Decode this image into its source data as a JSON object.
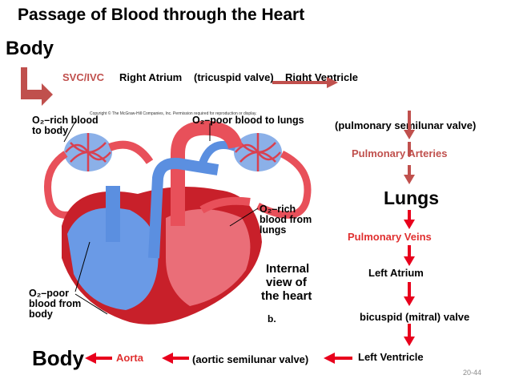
{
  "title": "Passage of Blood through the Heart",
  "body_top": "Body",
  "body_bottom": "Body",
  "flow": {
    "svc_ivc": "SVC/IVC",
    "right_atrium": "Right Atrium",
    "tricuspid": "(tricuspid valve)",
    "right_ventricle": "Right Ventricle",
    "pulmonary_semilunar": "(pulmonary semilunar valve)",
    "pulmonary_arteries": "Pulmonary Arteries",
    "lungs": "Lungs",
    "pulmonary_veins": "Pulmonary Veins",
    "left_atrium": "Left Atrium",
    "bicuspid": "bicuspid (mitral) valve",
    "left_ventricle": "Left Ventricle",
    "aortic_semilunar": "(aortic semilunar valve)",
    "aorta": "Aorta"
  },
  "figure": {
    "copyright": "Copyright © The McGraw-Hill Companies, Inc. Permission required for reproduction or display.",
    "o2_rich_to_body": [
      "O₂–rich blood",
      "to body"
    ],
    "o2_poor_to_lungs": "O₂–poor blood to lungs",
    "o2_rich_from_lungs": [
      "O₂–rich",
      "blood from",
      "lungs"
    ],
    "o2_poor_from_body": [
      "O₂–poor",
      "blood from",
      "body"
    ],
    "internal_view": [
      "Internal",
      "view of",
      "the heart"
    ],
    "panel": "b."
  },
  "slide_number": "20-44",
  "colors": {
    "arrow_red": "#e8001c",
    "arrow_muted": "#c0504d",
    "oxygen_rich": "#e8505a",
    "oxygen_poor": "#5b8fe0",
    "heart_wall": "#c8202a"
  }
}
